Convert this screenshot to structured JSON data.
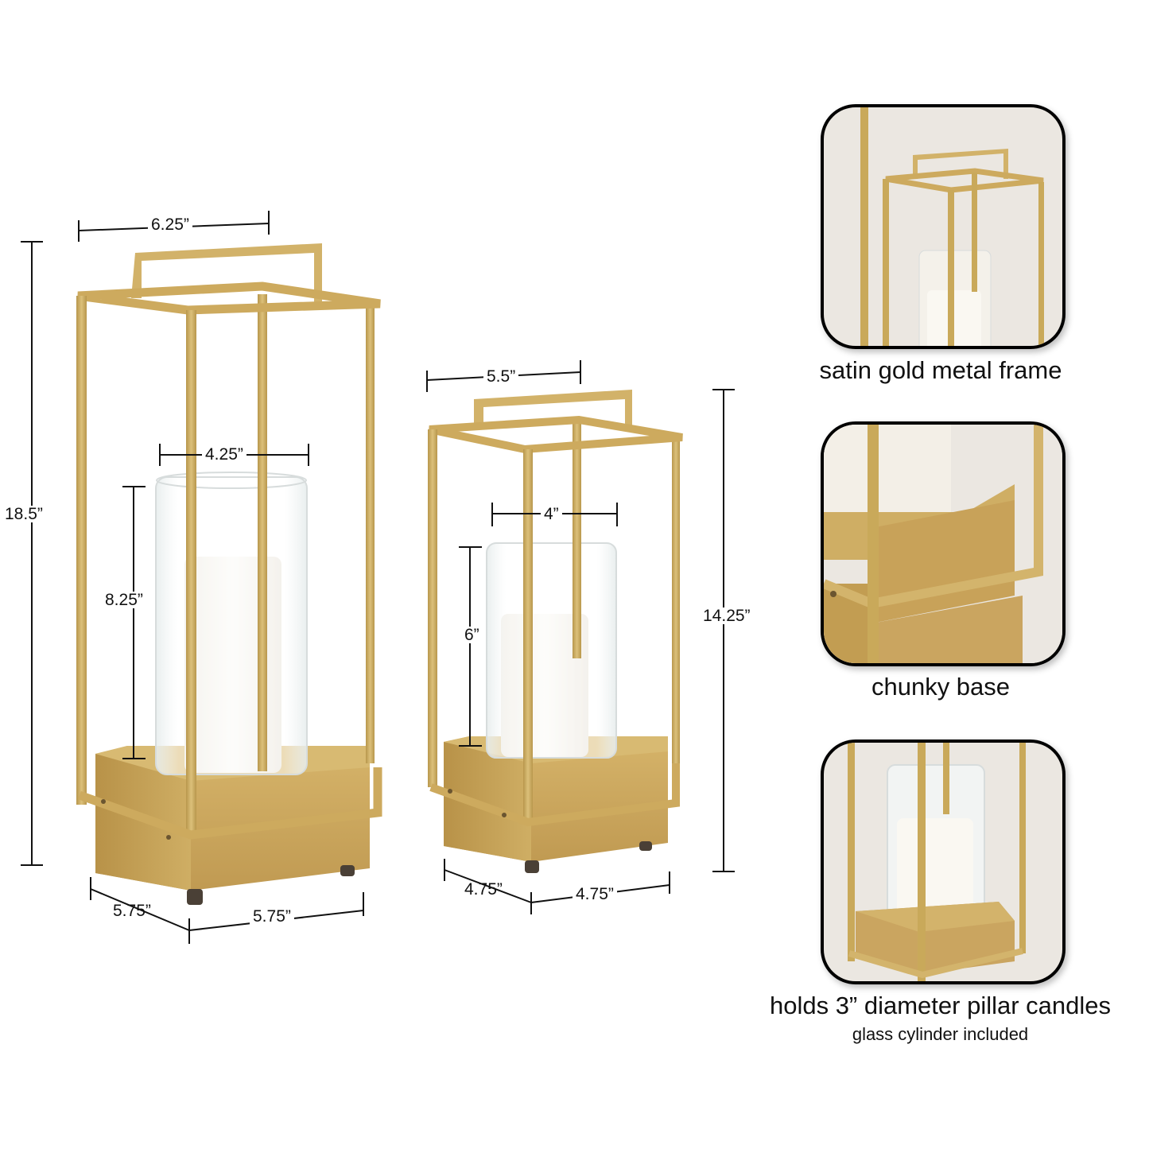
{
  "colors": {
    "gold": "#c9a95a",
    "gold_light": "#dcc07a",
    "gold_dark": "#a98a41",
    "base_gold": "#caa560",
    "candle": "#f6f4ee",
    "glass": "#eef2f2",
    "line": "#111111",
    "inset_bg": "#ebe7e1",
    "inset_border": "#000000"
  },
  "large_lantern": {
    "width_top": "6.25”",
    "height": "18.5”",
    "glass_width": "4.25”",
    "glass_height": "8.25”",
    "base_depth": "5.75”",
    "base_width": "5.75”"
  },
  "small_lantern": {
    "width_top": "5.5”",
    "height": "14.25”",
    "glass_width": "4”",
    "glass_height": "6”",
    "base_depth": "4.75”",
    "base_width": "4.75”"
  },
  "features": [
    {
      "caption": "satin gold metal frame",
      "subcaption": ""
    },
    {
      "caption": "chunky base",
      "subcaption": ""
    },
    {
      "caption": "holds 3” diameter pillar candles",
      "subcaption": "glass cylinder included"
    }
  ]
}
